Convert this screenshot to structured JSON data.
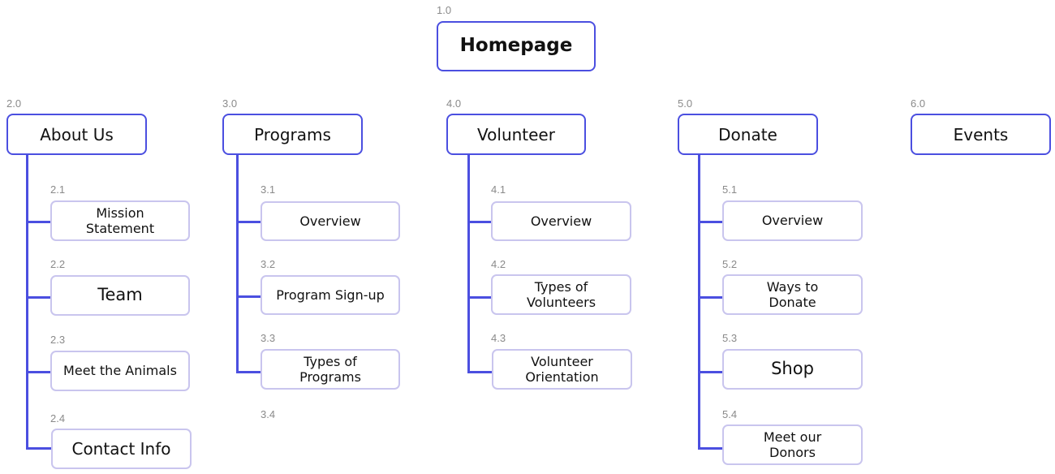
{
  "home": {
    "number": "1.0",
    "label": "Homepage"
  },
  "sections": [
    {
      "number": "2.0",
      "label": "About Us",
      "children": [
        {
          "number": "2.1",
          "label": "Mission\nStatement"
        },
        {
          "number": "2.2",
          "label": "Team"
        },
        {
          "number": "2.3",
          "label": "Meet the Animals"
        },
        {
          "number": "2.4",
          "label": "Contact Info"
        }
      ]
    },
    {
      "number": "3.0",
      "label": "Programs",
      "children": [
        {
          "number": "3.1",
          "label": "Overview"
        },
        {
          "number": "3.2",
          "label": "Program Sign-up"
        },
        {
          "number": "3.3",
          "label": "Types of\nPrograms"
        },
        {
          "number": "3.4",
          "label": ""
        }
      ]
    },
    {
      "number": "4.0",
      "label": "Volunteer",
      "children": [
        {
          "number": "4.1",
          "label": "Overview"
        },
        {
          "number": "4.2",
          "label": "Types of\nVolunteers"
        },
        {
          "number": "4.3",
          "label": "Volunteer\nOrientation"
        }
      ]
    },
    {
      "number": "5.0",
      "label": "Donate",
      "children": [
        {
          "number": "5.1",
          "label": "Overview"
        },
        {
          "number": "5.2",
          "label": "Ways to\nDonate"
        },
        {
          "number": "5.3",
          "label": "Shop"
        },
        {
          "number": "5.4",
          "label": "Meet our\nDonors"
        }
      ]
    },
    {
      "number": "6.0",
      "label": "Events",
      "children": []
    }
  ]
}
